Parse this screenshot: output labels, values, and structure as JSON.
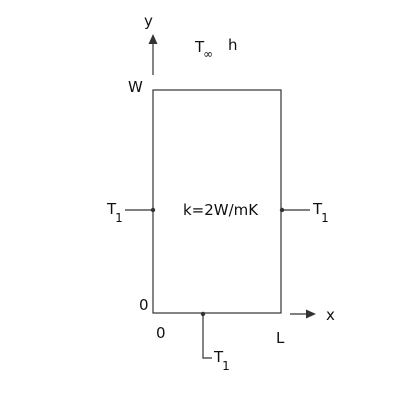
{
  "axes": {
    "y_label": "y",
    "x_label": "x"
  },
  "ambient": {
    "t_symbol": "T",
    "t_subscript": "∞",
    "h_label": "h"
  },
  "plate": {
    "width_label": "W",
    "length_label": "L",
    "origin_y_label": "0",
    "origin_x_label": "0",
    "conductivity_label": "k=2W/mK"
  },
  "boundaries": {
    "left": {
      "symbol": "T",
      "subscript": "1"
    },
    "right": {
      "symbol": "T",
      "subscript": "1"
    },
    "bottom": {
      "symbol": "T",
      "subscript": "1"
    }
  },
  "colors": {
    "line": "#333333",
    "text": "#111111",
    "background": "#ffffff"
  }
}
